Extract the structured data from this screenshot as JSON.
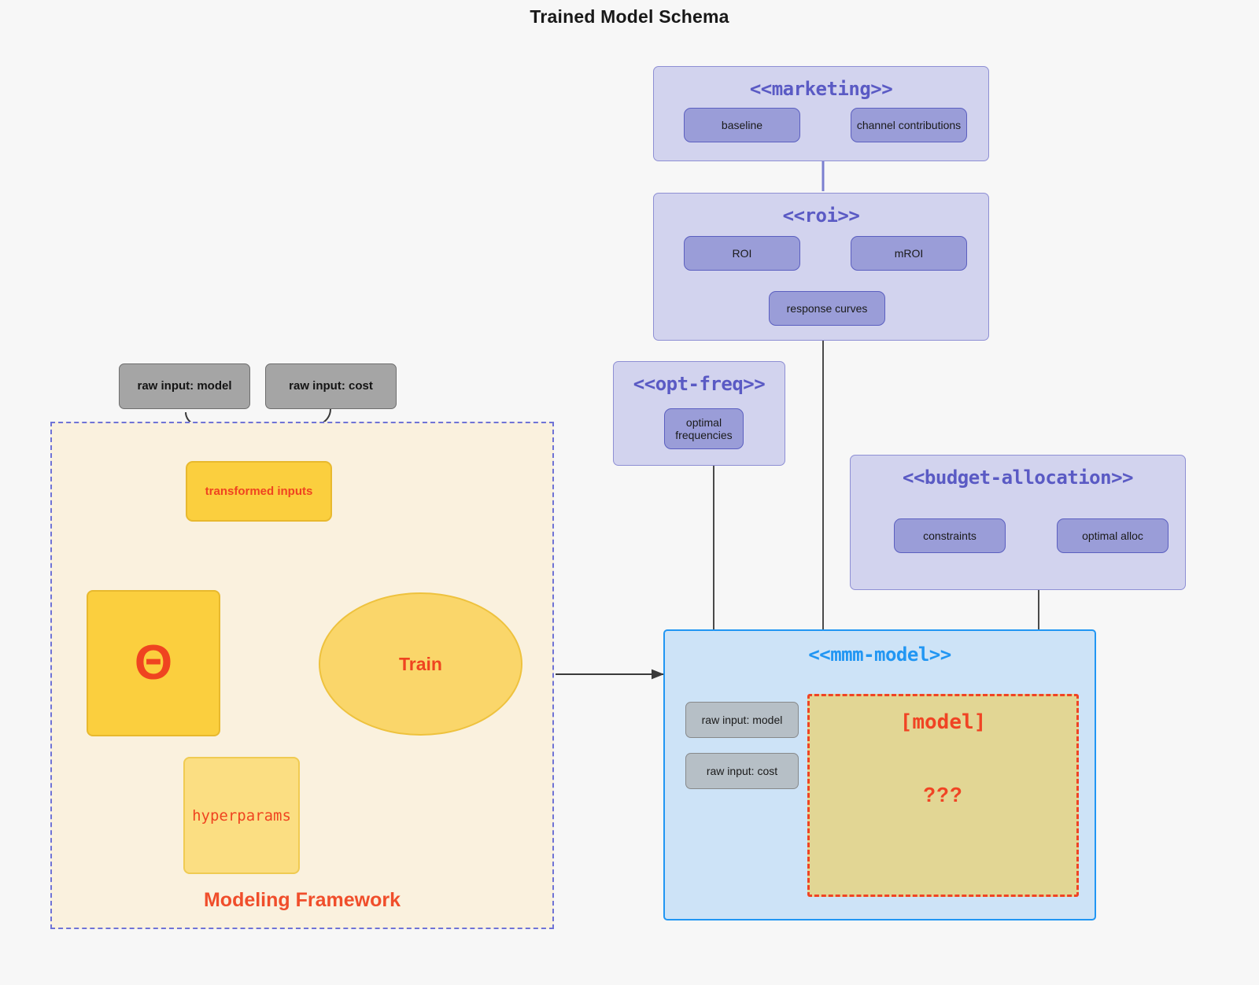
{
  "page": {
    "title": "Trained Model Schema",
    "background": "#f7f7f7"
  },
  "colors": {
    "package_fill": "#d2d3ee",
    "package_border": "#8e8fd4",
    "package_title": "#5a5ac4",
    "card_purple_fill": "#9a9dd8",
    "card_purple_border": "#5b5fc0",
    "mmm_fill": "#cde3f7",
    "mmm_border": "#2196f3",
    "accent_red": "#ef4420",
    "yellow_strong": "#fbcf3e",
    "yellow_soft": "#fbde82",
    "train_fill": "#fad66a",
    "framework_fill": "#faf1de",
    "framework_border": "#6f73d6",
    "model_box_fill": "#e2d694",
    "model_box_border": "#f04424",
    "gray_dark": "#a5a5a5",
    "gray_light": "#b6bfc6"
  },
  "packages": {
    "marketing": {
      "title": "<<marketing>>",
      "cards": [
        {
          "label": "baseline"
        },
        {
          "label": "channel contributions"
        }
      ],
      "relation": "bidirectional"
    },
    "roi": {
      "title": "<<roi>>",
      "cards": [
        {
          "label": "ROI"
        },
        {
          "label": "mROI"
        },
        {
          "label": "response curves"
        }
      ],
      "relation": "bidirectional"
    },
    "opt_freq": {
      "title": "<<opt-freq>>",
      "cards": [
        {
          "label": "optimal\nfrequencies"
        }
      ]
    },
    "budget_allocation": {
      "title": "<<budget-allocation>>",
      "cards": [
        {
          "label": "constraints"
        },
        {
          "label": "optimal alloc"
        }
      ],
      "relation": "bidirectional"
    },
    "mmm_model": {
      "title": "<<mmm-model>>",
      "inputs": [
        {
          "label": "raw input: model"
        },
        {
          "label": "raw input: cost"
        }
      ],
      "placeholder": {
        "title": "[model]",
        "unknown": "???"
      }
    }
  },
  "modeling_framework": {
    "label": "Modeling Framework",
    "raw_inputs": [
      {
        "label": "raw input: model"
      },
      {
        "label": "raw input: cost"
      }
    ],
    "transformed_inputs": {
      "label": "transformed inputs"
    },
    "theta": {
      "glyph": "Θ"
    },
    "hyperparams": {
      "label": "hyperparams"
    },
    "train": {
      "label": "Train"
    }
  },
  "edges": [
    {
      "from": "raw input: model",
      "to": "transformed inputs",
      "style": "curved-arrow"
    },
    {
      "from": "raw input: cost",
      "to": "transformed inputs",
      "style": "curved-arrow"
    },
    {
      "from": "transformed inputs",
      "to": "Train",
      "style": "curved-arrow-red"
    },
    {
      "from": "theta",
      "to": "Train",
      "style": "straight-arrow-red"
    },
    {
      "from": "hyperparams",
      "to": "Train",
      "style": "curved-arrow-red"
    },
    {
      "from": "Modeling Framework",
      "to": "<<mmm-model>>",
      "style": "straight-arrow-gray"
    },
    {
      "from": "<<marketing>>",
      "to": "<<roi>>",
      "style": "line-purple"
    },
    {
      "from": "<<roi>>",
      "to": "<<mmm-model>>",
      "style": "line-gray"
    },
    {
      "from": "<<opt-freq>>",
      "to": "<<mmm-model>>",
      "style": "line-gray"
    },
    {
      "from": "<<budget-allocation>>",
      "to": "<<mmm-model>>",
      "style": "line-gray"
    }
  ]
}
